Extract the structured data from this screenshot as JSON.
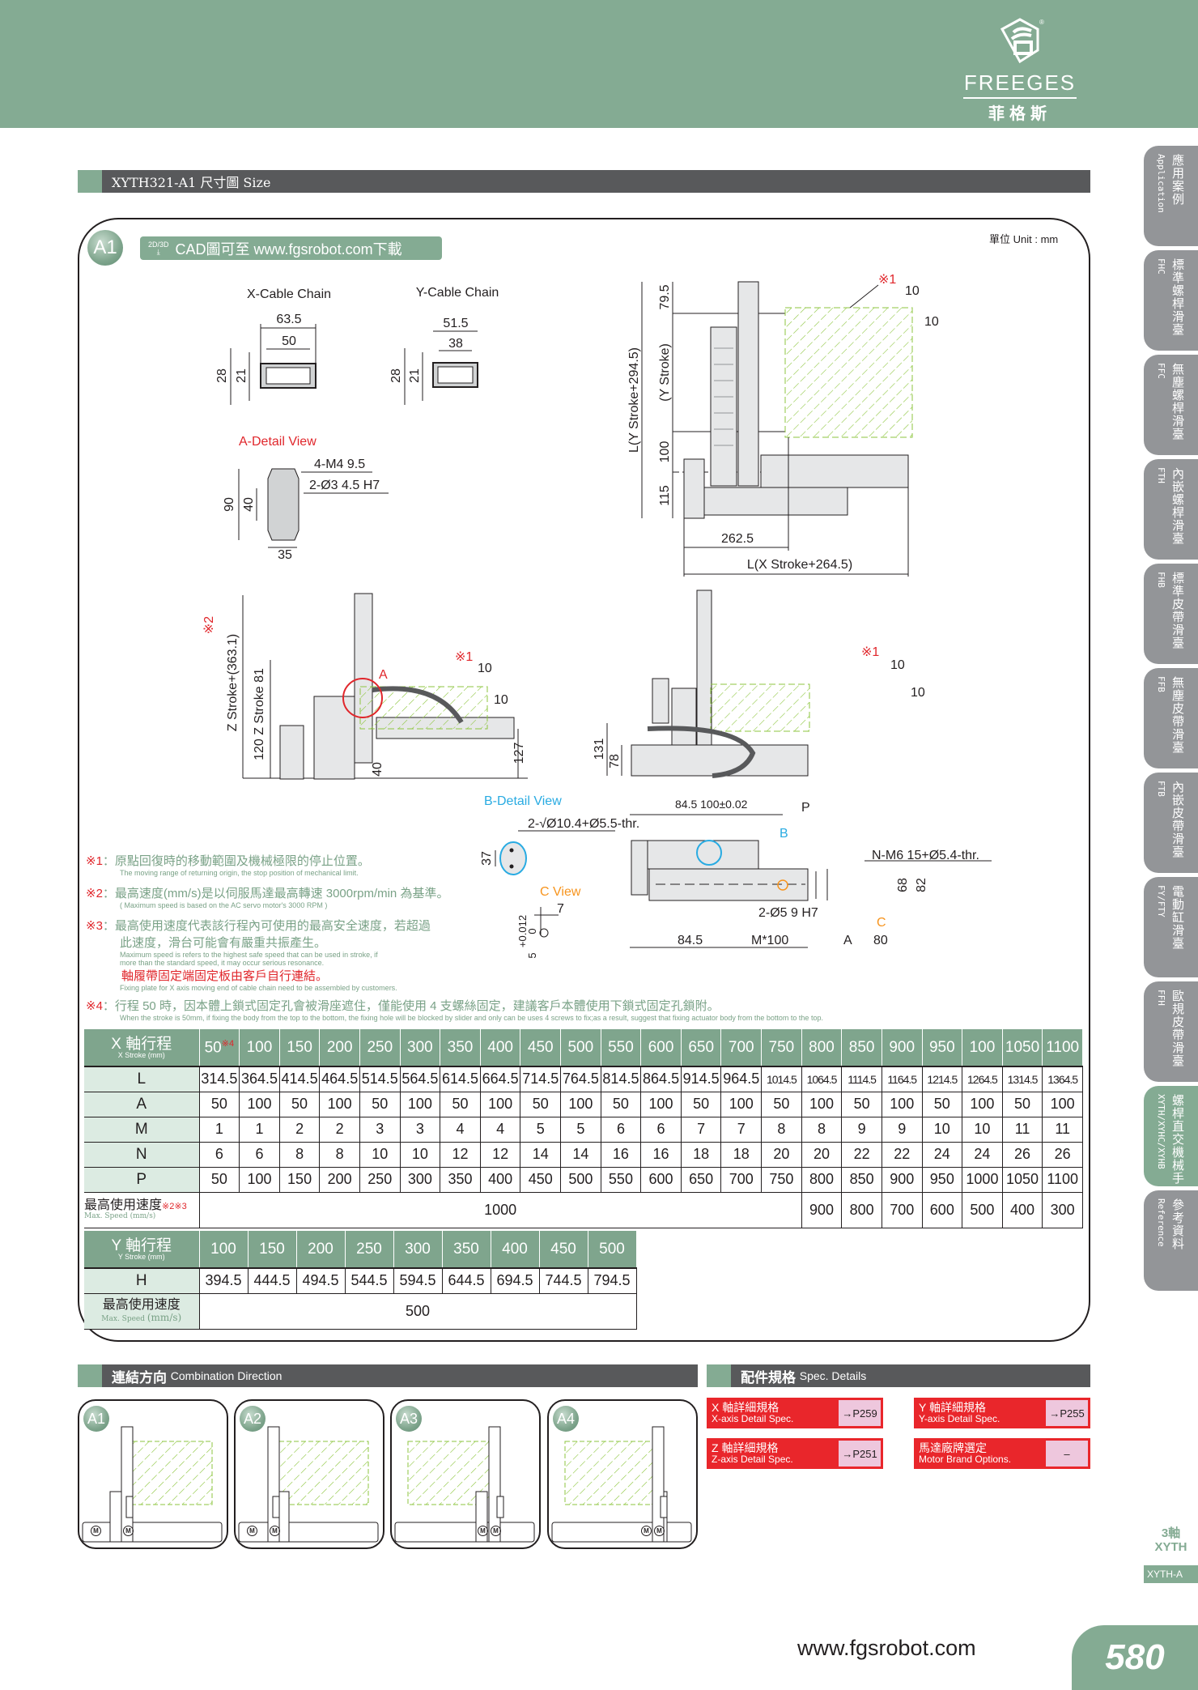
{
  "header": {
    "brand_en": "FREEGES",
    "brand_zh": "菲格斯",
    "registered": "®"
  },
  "section_title": "XYTH321-A1 尺寸圖 Size",
  "main": {
    "badge": "A1",
    "cad_icon_label": "2D/3D",
    "cad_text": "CAD圖可至 www.fgsrobot.com下載",
    "unit": "單位 Unit : mm"
  },
  "drawings": {
    "x_cable": {
      "title": "X-Cable Chain",
      "w_outer": "63.5",
      "w_inner": "50",
      "h_outer": "28",
      "h_inner": "21"
    },
    "y_cable": {
      "title": "Y-Cable Chain",
      "w_outer": "51.5",
      "w_inner": "38",
      "h_outer": "28",
      "h_inner": "21"
    },
    "a_detail": {
      "title": "A-Detail View",
      "m4": "4-M4  9.5",
      "pin": "2-Ø3  4.5 H7",
      "h90": "90",
      "h40": "40",
      "w35": "35"
    },
    "top_view": {
      "l_total": "L(Y Stroke+294.5)",
      "d79": "79.5",
      "y_stroke": "(Y Stroke)",
      "d100": "100",
      "d115": "115",
      "d262": "262.5",
      "l_x": "L(X Stroke+264.5)",
      "note": "※1",
      "m10a": "10",
      "m10b": "10"
    },
    "side_view": {
      "z_total": "Z Stroke+(363.1)",
      "note2": "※2",
      "z_stroke": "120  Z Stroke  81",
      "a_mark": "A",
      "note1": "※1",
      "m10a": "10",
      "m10b": "10",
      "d127": "127",
      "d40": "40"
    },
    "front_view": {
      "note1": "※1",
      "m10a": "10",
      "m10b": "10",
      "d131": "131",
      "d78": "78"
    },
    "b_detail": {
      "title": "B-Detail View",
      "spec": "2-√Ø10.4+Ø5.5-thr.",
      "d37": "37"
    },
    "c_view": {
      "title": "C View",
      "d7": "7",
      "tol": "+0.012",
      "tol0": "0",
      "d5": "5"
    },
    "bottom_view": {
      "top_dims": "84.5 100±0.02",
      "p": "P",
      "b_mark": "B",
      "nm6": "N-M6  15+Ø5.4-thr.",
      "d68": "68",
      "d82": "82",
      "pin": "2-Ø5  9 H7",
      "c_mark": "C",
      "d845": "84.5",
      "m100": "M*100",
      "a": "A",
      "d80": "80"
    }
  },
  "notes": [
    {
      "mark": "※1",
      "zh": "：原點回復時的移動範圍及機械極限的停止位置。",
      "en": "The moving range of returning origin, the stop position of mechanical limit."
    },
    {
      "mark": "※2",
      "zh": "：最高速度(mm/s)是以伺服馬達最高轉速 3000rpm/min 為基準。",
      "en": "( Maximum speed is based on the AC servo motor's 3000 RPM )"
    },
    {
      "mark": "※3",
      "zh": "：最高使用速度代表該行程內可使用的最高安全速度，若超過",
      "zh2": "此速度，滑台可能會有嚴重共振產生。",
      "en": "Maximum speed is refers to the highest safe speed that can be used in stroke, if",
      "en2": "more than the standard speed, it may occur serious resonance.",
      "red": "軸履帶固定端固定板由客戶自行連結。",
      "en3": "Fixing plate for X axis moving end of cable chain need to be assembled by customers."
    },
    {
      "mark": "※4",
      "zh": "：行程 50 時，因本體上鎖式固定孔會被滑座遮住，僅能使用 4 支螺絲固定，建議客戶本體使用下鎖式固定孔鎖附。",
      "en": "When the stroke is 50mm, if fixing the body from the top to the bottom, the fixing hole will be blocked by slider and only can be uses 4 screws to fix;as a result, suggest that fixing actuator body from the bottom to the top."
    }
  ],
  "x_table": {
    "header_zh": "X 軸行程",
    "header_en": "X Stroke (mm)",
    "first_note": "※4",
    "strokes": [
      "50",
      "100",
      "150",
      "200",
      "250",
      "300",
      "350",
      "400",
      "450",
      "500",
      "550",
      "600",
      "650",
      "700",
      "750",
      "800",
      "850",
      "900",
      "950",
      "100",
      "1050",
      "1100"
    ],
    "rows": [
      {
        "label": "L",
        "values": [
          "314.5",
          "364.5",
          "414.5",
          "464.5",
          "514.5",
          "564.5",
          "614.5",
          "664.5",
          "714.5",
          "764.5",
          "814.5",
          "864.5",
          "914.5",
          "964.5",
          "1014.5",
          "1064.5",
          "1114.5",
          "1164.5",
          "1214.5",
          "1264.5",
          "1314.5",
          "1364.5"
        ]
      },
      {
        "label": "A",
        "values": [
          "50",
          "100",
          "50",
          "100",
          "50",
          "100",
          "50",
          "100",
          "50",
          "100",
          "50",
          "100",
          "50",
          "100",
          "50",
          "100",
          "50",
          "100",
          "50",
          "100",
          "50",
          "100"
        ]
      },
      {
        "label": "M",
        "values": [
          "1",
          "1",
          "2",
          "2",
          "3",
          "3",
          "4",
          "4",
          "5",
          "5",
          "6",
          "6",
          "7",
          "7",
          "8",
          "8",
          "9",
          "9",
          "10",
          "10",
          "11",
          "11"
        ]
      },
      {
        "label": "N",
        "values": [
          "6",
          "6",
          "8",
          "8",
          "10",
          "10",
          "12",
          "12",
          "14",
          "14",
          "16",
          "16",
          "18",
          "18",
          "20",
          "20",
          "22",
          "22",
          "24",
          "24",
          "26",
          "26"
        ]
      },
      {
        "label": "P",
        "values": [
          "50",
          "100",
          "150",
          "200",
          "250",
          "300",
          "350",
          "400",
          "450",
          "500",
          "550",
          "600",
          "650",
          "700",
          "750",
          "800",
          "850",
          "900",
          "950",
          "1000",
          "1050",
          "1100"
        ]
      }
    ],
    "speed_label": "最高使用速度",
    "speed_note": "※2※3",
    "speed_en": "Max. Speed (mm/s)",
    "speed_merged": "1000",
    "speed_values": [
      "900",
      "800",
      "700",
      "600",
      "500",
      "400",
      "300"
    ]
  },
  "y_table": {
    "header_zh": "Y 軸行程",
    "header_en": "Y Stroke (mm)",
    "strokes": [
      "100",
      "150",
      "200",
      "250",
      "300",
      "350",
      "400",
      "450",
      "500"
    ],
    "h_label": "H",
    "h_values": [
      "394.5",
      "444.5",
      "494.5",
      "544.5",
      "594.5",
      "644.5",
      "694.5",
      "744.5",
      "794.5"
    ],
    "speed_label": "最高使用速度",
    "speed_en": "Max. Speed",
    "speed_unit": "(mm/s)",
    "speed_value": "500"
  },
  "combination": {
    "title_zh": "連結方向",
    "title_en": "Combination Direction",
    "cards": [
      "A1",
      "A2",
      "A3",
      "A4"
    ],
    "motor_symbol": "M"
  },
  "spec": {
    "title_zh": "配件規格",
    "title_en": "Spec. Details",
    "items": [
      {
        "zh": "X 軸詳細規格",
        "en": "X-axis Detail Spec.",
        "page": "→P259"
      },
      {
        "zh": "Y 軸詳細規格",
        "en": "Y-axis Detail Spec.",
        "page": "→P255"
      },
      {
        "zh": "Z 軸詳細規格",
        "en": "Z-axis Detail Spec.",
        "page": "→P251"
      },
      {
        "zh": "馬達廠牌選定",
        "en": "Motor Brand Options.",
        "page": "–"
      }
    ]
  },
  "side_tabs": [
    {
      "zh": "應用案例",
      "en": "Application"
    },
    {
      "zh": "標準螺桿滑臺",
      "en": "FHC"
    },
    {
      "zh": "無塵螺桿滑臺",
      "en": "FFC"
    },
    {
      "zh": "內嵌螺桿滑臺",
      "en": "FTH"
    },
    {
      "zh": "標準皮帶滑臺",
      "en": "FHB"
    },
    {
      "zh": "無塵皮帶滑臺",
      "en": "FFB"
    },
    {
      "zh": "內嵌皮帶滑臺",
      "en": "FTB"
    },
    {
      "zh": "電動缸滑臺",
      "en": "FY/FTY"
    },
    {
      "zh": "歐規皮帶滑臺",
      "en": "FFH"
    },
    {
      "zh": "螺桿直交機械手",
      "en": "XYTH/XYHC/XYHB",
      "active": true
    },
    {
      "zh": "參考資料",
      "en": "Reference"
    }
  ],
  "axis": {
    "label_zh": "3軸",
    "label_en": "XYTH",
    "chip": "XYTH-A"
  },
  "footer": {
    "url": "www.fgsrobot.com",
    "page": "580"
  },
  "colors": {
    "brand_green": "#84ab93",
    "dark_bar": "#58595b",
    "tab_grey": "#939598",
    "red": "#e9262b",
    "hatch_green": "#8dc63f",
    "detail_blue": "#29abe2",
    "c_orange": "#f7941d"
  }
}
